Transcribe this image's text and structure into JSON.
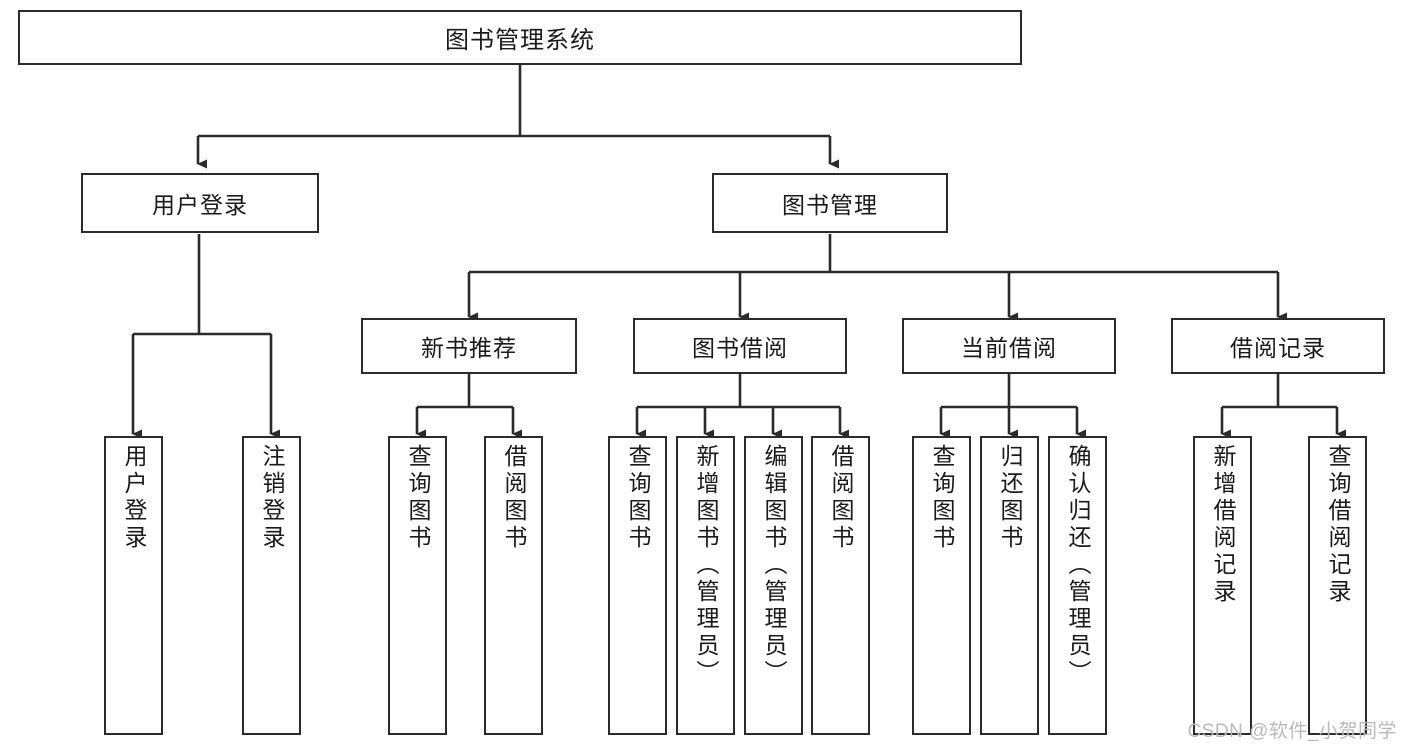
{
  "diagram": {
    "type": "tree-hierarchy-chart",
    "title_node": "图书管理系统",
    "line_color": "#2b2b2b",
    "box_fill": "#ffffff",
    "text_color": "#1a1a1a",
    "levels": [
      {
        "level": 1,
        "nodes": [
          {
            "id": "root",
            "label": "图书管理系统"
          }
        ]
      },
      {
        "level": 2,
        "nodes": [
          {
            "id": "login",
            "label": "用户登录"
          },
          {
            "id": "bookmgmt",
            "label": "图书管理"
          }
        ]
      },
      {
        "level": 3,
        "nodes": [
          {
            "id": "newbook",
            "label": "新书推荐"
          },
          {
            "id": "borrow",
            "label": "图书借阅"
          },
          {
            "id": "current",
            "label": "当前借阅"
          },
          {
            "id": "records",
            "label": "借阅记录"
          }
        ]
      },
      {
        "level": 4,
        "nodes": [
          {
            "id": "leaf1",
            "label": "用户登录",
            "parent": "login"
          },
          {
            "id": "leaf2",
            "label": "注销登录",
            "parent": "login"
          },
          {
            "id": "leaf3",
            "label": "查询图书",
            "parent": "newbook"
          },
          {
            "id": "leaf4",
            "label": "借阅图书",
            "parent": "newbook"
          },
          {
            "id": "leaf5",
            "label": "查询图书",
            "parent": "borrow"
          },
          {
            "id": "leaf6",
            "label": "新增图书（管理员）",
            "parent": "borrow"
          },
          {
            "id": "leaf7",
            "label": "编辑图书（管理员）",
            "parent": "borrow"
          },
          {
            "id": "leaf8",
            "label": "借阅图书",
            "parent": "borrow"
          },
          {
            "id": "leaf9",
            "label": "查询图书",
            "parent": "current"
          },
          {
            "id": "leaf10",
            "label": "归还图书",
            "parent": "current"
          },
          {
            "id": "leaf11",
            "label": "确认归还（管理员）",
            "parent": "current"
          },
          {
            "id": "leaf12",
            "label": "新增借阅记录",
            "parent": "records"
          },
          {
            "id": "leaf13",
            "label": "查询借阅记录",
            "parent": "records"
          }
        ]
      }
    ]
  },
  "watermark": {
    "text": "CSDN @软件_小贺同学"
  }
}
